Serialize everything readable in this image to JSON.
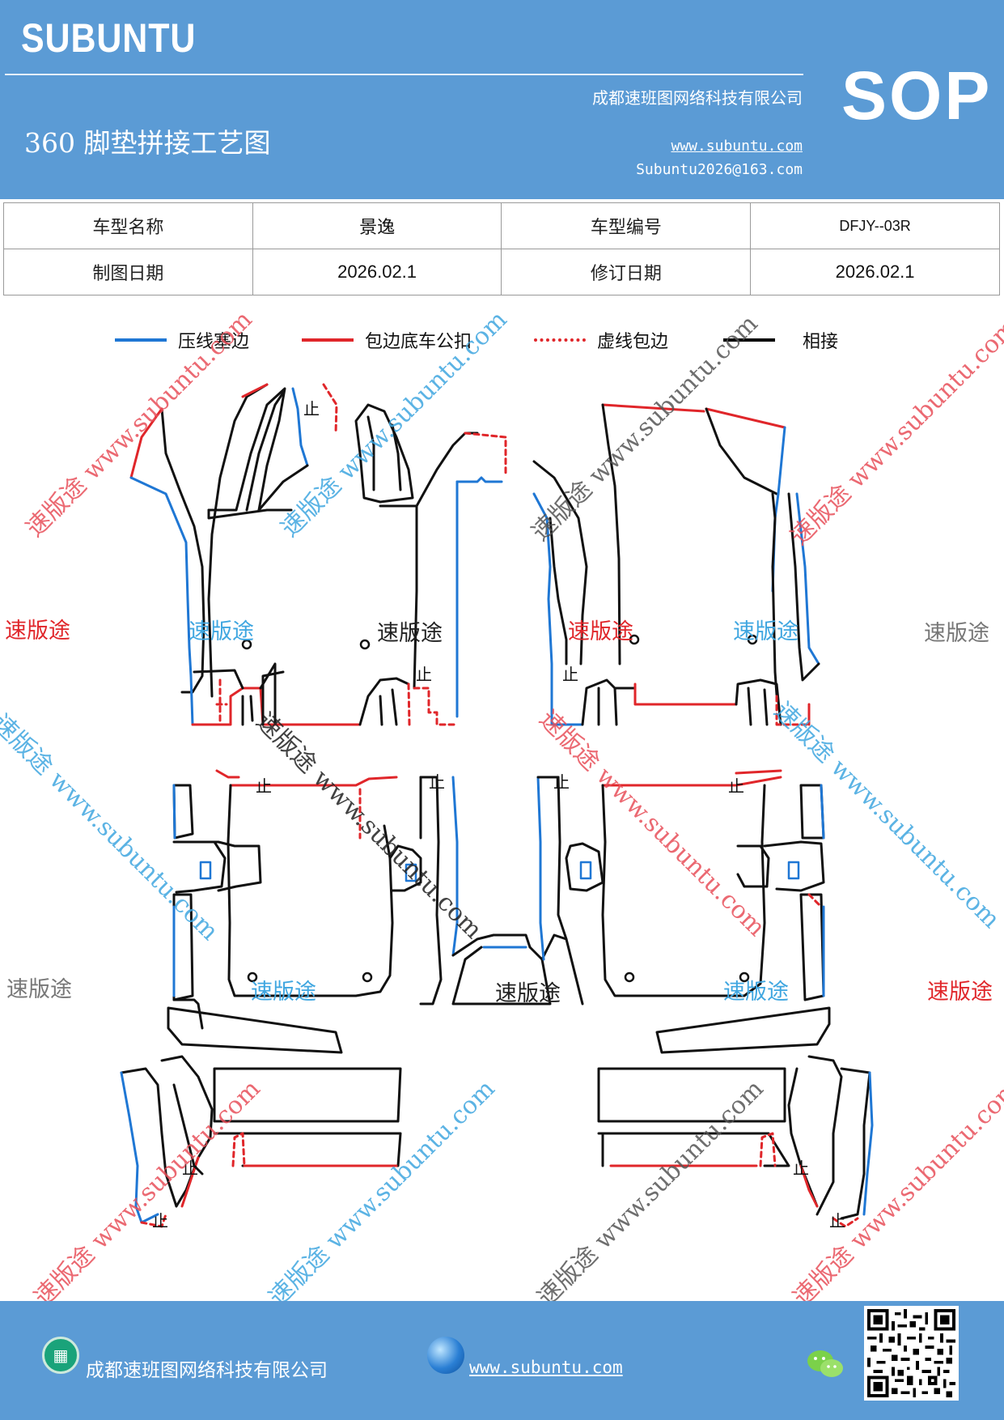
{
  "header": {
    "brand": "SUBUNTU",
    "sop": "SOP",
    "company": "成都速班图网络科技有限公司",
    "title": "360 脚垫拼接工艺图",
    "website": "www.subuntu.com",
    "email": "Subuntu2026@163.com"
  },
  "info_table": {
    "row1": [
      "车型名称",
      "景逸",
      "车型编号",
      "DFJY--03R"
    ],
    "row2": [
      "制图日期",
      "2026.02.1",
      "修订日期",
      "2026.02.1"
    ]
  },
  "legend": [
    {
      "label": "压线塞边",
      "color": "#1f77d4",
      "style": "solid"
    },
    {
      "label": "包边底车公扣",
      "color": "#e0262a",
      "style": "solid"
    },
    {
      "label": "虚线包边",
      "color": "#e0262a",
      "style": "dashed"
    },
    {
      "label": "相接",
      "color": "#000000",
      "style": "solid"
    }
  ],
  "diagram": {
    "stop_mark": "止",
    "watermark_label": "速版途",
    "watermark_diag": "速版途 www.subuntu.com",
    "colors": {
      "blue": "#1f77d4",
      "red": "#e0262a",
      "black": "#111111"
    }
  },
  "footer": {
    "company": "成都速班图网络科技有限公司",
    "website": "www.subuntu.com"
  }
}
